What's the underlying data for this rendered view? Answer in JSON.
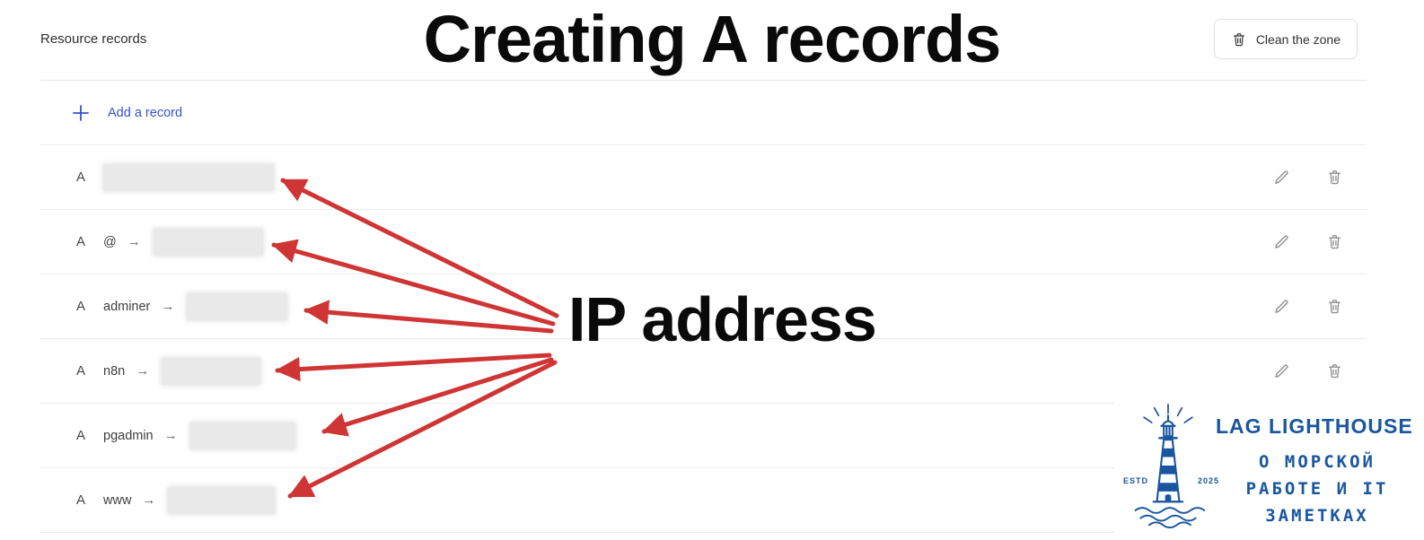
{
  "header": {
    "title": "Resource records",
    "clean_zone_label": "Clean the zone"
  },
  "toolbar": {
    "add_record_label": "Add a record"
  },
  "annotations": {
    "top_title": "Creating A records",
    "ip_label": "IP address",
    "arrow_color": "#cf3535"
  },
  "records_table": {
    "value_arrow_glyph": "→",
    "records": [
      {
        "type": "A",
        "name": "",
        "blur_width": 190
      },
      {
        "type": "A",
        "name": "@",
        "blur_width": 122
      },
      {
        "type": "A",
        "name": "adminer",
        "blur_width": 112
      },
      {
        "type": "A",
        "name": "n8n",
        "blur_width": 110
      },
      {
        "type": "A",
        "name": "pgadmin",
        "blur_width": 117
      },
      {
        "type": "A",
        "name": "www",
        "blur_width": 119
      }
    ]
  },
  "logo": {
    "brand": "LAG LIGHTHOUSE",
    "tagline_line1": "О МОРСКОЙ",
    "tagline_line2": "РАБОТЕ И IT",
    "tagline_line3": "ЗАМЕТКАХ",
    "estd": "ESTD",
    "year": "2025",
    "color": "#1a56a0"
  },
  "colors": {
    "link_blue": "#3452cf"
  }
}
